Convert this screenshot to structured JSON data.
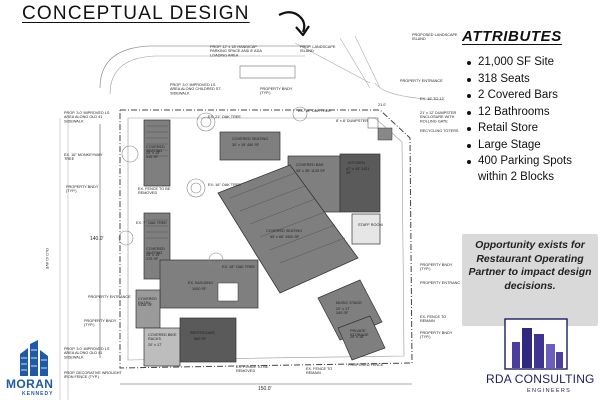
{
  "title": "CONCEPTUAL DESIGN",
  "attributes": {
    "heading": "ATTRIBUTES",
    "items": [
      "21,000 SF Site",
      "318 Seats",
      "2 Covered Bars",
      "12 Bathrooms",
      "Retail Store",
      "Large Stage",
      "400 Parking Spots within 2 Blocks"
    ]
  },
  "opportunity": "Opportunity exists for Restaurant Operating Partner to impact design decisions.",
  "logos": {
    "moran_name": "MORAN",
    "moran_sub": "KENNEDY",
    "rda_name": "RDA CONSULTING",
    "rda_sub": "ENGINEERS"
  },
  "colors": {
    "moran_blue": "#1f5aa6",
    "rda_navy": "#1c1c66",
    "rda_purple": "#4b3f9e",
    "plan_gray": "#7f7f7f",
    "plan_dark": "#5a5a5a",
    "opp_bg": "#d9d9d9"
  },
  "plan": {
    "labels": {
      "handicap_parking": "PROP. 12' x 18' HANDICAP PARKING SPACE AND 8' ADA LOADING AREA",
      "prop_landscape_island": "PROP. LANDSCAPE ISLAND",
      "proposed_landscape_island": "PROPOSED LANDSCAPE ISLAND",
      "improved_ls_area_top": "PROP. 3.0' IMPROVED LS AREA ALONG CHILDRED ST. SIDEWALK",
      "property_bndy_top": "PROPERTY BNDY (TYP.)",
      "property_entrance_top": "PROPERTY ENTRANCE",
      "improved_ls_area_left": "PROP. 3.0' IMPROVED LS AREA ALONG OLD 41 SIDEWALK",
      "oak_tree_21": "EX. 21\" OAK TREE",
      "oak_tree_18_top": "EX. 18\" OAK TREE",
      "dumpster": "8' x 8' DUMPSTER",
      "fence_top_right": "EX. 10' TO 12'",
      "dumpster_enclosure": "21' x 12' DUMPSTER ENCLOSURE WITH ROLLING GATE",
      "recycling": "RECYCLING TOTERS",
      "covered_seating_top": "COVERED SEATING",
      "covered_seating_top_size": "30' x 15' 450 SF",
      "oak_tree_16": "EX. 16\" OAK TREE",
      "covered_seating_left1": "COVERED SEATING",
      "covered_seating_left1_size": "25' x 15' 315 SF",
      "monkeyway_tree": "EX. 16\" MONKEYWAY TREE",
      "property_bndy_left": "PROPERTY BNDY (TYP.)",
      "fence_removed_left": "EX. FENCE TO BE REMOVED",
      "oak_tree_7": "EX. 7\" OAK TREE",
      "covered_seating_left2": "COVERED SEATING",
      "covered_seating_left2_size": "25' x 15' 375 SF",
      "covered_bar": "COVERED BAR",
      "covered_bar_size": "35' x 35' 1125 SF",
      "kitchen": "KITCHEN",
      "kitchen_size": "47' x 43' 1431 SF",
      "covered_seating_main": "COVERED SEATING",
      "covered_seating_main_size": "50' x 65' 1900 SF",
      "staff_room": "STAFF ROOM",
      "oak_tree_18_mid": "EX. 18\" OAK TREE",
      "ex_building": "EX. BUILDING",
      "ex_building_size": "1000 SF",
      "property_entrance_left": "PROPERTY ENTRANCE",
      "property_bndy_left2": "PROPERTY BNDY (TYP.)",
      "covered_entry": "COVERED ENTRY",
      "covered_entry_size": "±338 SF",
      "covered_bike": "COVERED BIKE RACKS",
      "covered_bike_size": "20' x 17'",
      "restrooms": "RESTROOMS",
      "restrooms_size": "660 SF",
      "music_stage": "MUSIC STAGE",
      "music_stage_size": "20' x 17' 340 SF",
      "private_storage": "PRIVATE STORAGE",
      "private_storage_size": "20' x 16'",
      "property_bndy_right": "PROPERTY BNDY (TYP.)",
      "property_entrance_right": "PROPERTY ENTRANCE",
      "fence_remain_right": "EX. FENCE TO REMAIN",
      "property_bndy_right2": "PROPERTY BNDY (TYP.)",
      "improved_ls_bottom": "PROP. 3.0' IMPROVED LS AREA ALONG OLD 41 SIDEWALK",
      "decorative_fence": "PROP. DECORATIVE WROUGHT IRON FENCE (TYP.)",
      "fence_removed_bottom": "EX. FENCE TO BE REMOVED",
      "fence_remain_bottom": "EX. FENCE TO REMAIN",
      "proposed_fence": "PROPOSED FENCE",
      "dim_width": "150.0'",
      "dim_height": "140.0'",
      "dim_top": "21.0'",
      "street_left": "OLD 41 AVE"
    }
  }
}
